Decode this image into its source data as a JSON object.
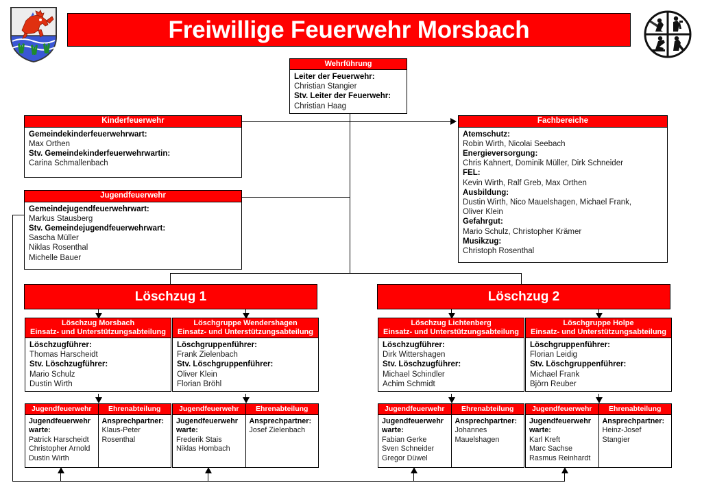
{
  "header": {
    "title": "Freiwillige Feuerwehr Morsbach",
    "left_logo_name": "morsbach-coat-of-arms",
    "right_logo_name": "feuerwehr-emblem",
    "banner_color": "#ff0000",
    "banner_text_color": "#ffffff"
  },
  "wehrfuehrung": {
    "title": "Wehrführung",
    "lines": [
      {
        "text": "Leiter der Feuerwehr:",
        "bold": true
      },
      {
        "text": "Christian Stangier",
        "bold": false
      },
      {
        "text": "Stv. Leiter der Feuerwehr:",
        "bold": true
      },
      {
        "text": "Christian Haag",
        "bold": false
      }
    ]
  },
  "kinderfeuerwehr": {
    "title": "Kinderfeuerwehr",
    "lines": [
      {
        "text": "Gemeindekinderfeuerwehrwart:",
        "bold": true
      },
      {
        "text": "Max Orthen",
        "bold": false
      },
      {
        "text": "Stv. Gemeindekinderfeuerwehrwartin:",
        "bold": true
      },
      {
        "text": "Carina Schmallenbach",
        "bold": false
      }
    ]
  },
  "jugendfeuerwehr": {
    "title": "Jugendfeuerwehr",
    "lines": [
      {
        "text": "Gemeindejugendfeuerwehrwart:",
        "bold": true
      },
      {
        "text": "Markus Stausberg",
        "bold": false
      },
      {
        "text": "Stv. Gemeindejugendfeuerwehrwart:",
        "bold": true
      },
      {
        "text": "Sascha Müller",
        "bold": false
      },
      {
        "text": "Niklas Rosenthal",
        "bold": false
      },
      {
        "text": "Michelle Bauer",
        "bold": false
      }
    ]
  },
  "fachbereiche": {
    "title": "Fachbereiche",
    "lines": [
      {
        "text": "Atemschutz:",
        "bold": true
      },
      {
        "text": "Robin Wirth, Nicolai Seebach",
        "bold": false
      },
      {
        "text": "Energieversorgung:",
        "bold": true
      },
      {
        "text": "Chris Kahnert, Dominik Müller, Dirk Schneider",
        "bold": false
      },
      {
        "text": "FEL:",
        "bold": true
      },
      {
        "text": "Kevin Wirth, Ralf Greb, Max Orthen",
        "bold": false
      },
      {
        "text": "Ausbildung:",
        "bold": true
      },
      {
        "text": "Dustin Wirth, Nico Mauelshagen, Michael Frank,",
        "bold": false
      },
      {
        "text": "Oliver Klein",
        "bold": false
      },
      {
        "text": "Gefahrgut:",
        "bold": true
      },
      {
        "text": "Mario Schulz, Christopher Krämer",
        "bold": false
      },
      {
        "text": "Musikzug:",
        "bold": true
      },
      {
        "text": "Christoph Rosenthal",
        "bold": false
      }
    ]
  },
  "zuege": [
    {
      "title": "Löschzug 1"
    },
    {
      "title": "Löschzug 2"
    }
  ],
  "units": [
    {
      "title_line1": "Löschzug Morsbach",
      "title_line2": "Einsatz- und Unterstützungsabteilung",
      "lines": [
        {
          "text": "Löschzugführer:",
          "bold": true
        },
        {
          "text": "Thomas Harscheidt",
          "bold": false
        },
        {
          "text": "Stv. Löschzugführer:",
          "bold": true
        },
        {
          "text": "Mario Schulz",
          "bold": false
        },
        {
          "text": "Dustin Wirth",
          "bold": false
        }
      ]
    },
    {
      "title_line1": "Löschgruppe Wendershagen",
      "title_line2": "Einsatz- und Unterstützungsabteilung",
      "lines": [
        {
          "text": "Löschgruppenführer:",
          "bold": true
        },
        {
          "text": "Frank Zielenbach",
          "bold": false
        },
        {
          "text": "Stv. Löschgruppenführer:",
          "bold": true
        },
        {
          "text": "Oliver Klein",
          "bold": false
        },
        {
          "text": "Florian Bröhl",
          "bold": false
        }
      ]
    },
    {
      "title_line1": "Löschzug Lichtenberg",
      "title_line2": "Einsatz- und Unterstützungsabteilung",
      "lines": [
        {
          "text": "Löschzugführer:",
          "bold": true
        },
        {
          "text": "Dirk Wittershagen",
          "bold": false
        },
        {
          "text": "Stv. Löschzugführer:",
          "bold": true
        },
        {
          "text": "Michael Schindler",
          "bold": false
        },
        {
          "text": "Achim Schmidt",
          "bold": false
        }
      ]
    },
    {
      "title_line1": "Löschgruppe Holpe",
      "title_line2": "Einsatz- und Unterstützungsabteilung",
      "lines": [
        {
          "text": "Löschgruppenführer:",
          "bold": true
        },
        {
          "text": "Florian Leidig",
          "bold": false
        },
        {
          "text": "Stv. Löschgruppenführer:",
          "bold": true
        },
        {
          "text": "Michael Frank",
          "bold": false
        },
        {
          "text": "Björn Reuber",
          "bold": false
        }
      ]
    }
  ],
  "pairs": [
    {
      "jugend": {
        "title": "Jugendfeuerwehr",
        "lines": [
          {
            "text": "Jugendfeuerwehr",
            "bold": true
          },
          {
            "text": "warte:",
            "bold": true
          },
          {
            "text": "Patrick Harscheidt",
            "bold": false
          },
          {
            "text": "Christopher Arnold",
            "bold": false
          },
          {
            "text": "Dustin Wirth",
            "bold": false
          }
        ]
      },
      "ehren": {
        "title": "Ehrenabteilung",
        "lines": [
          {
            "text": "Ansprechpartner:",
            "bold": true
          },
          {
            "text": "Klaus-Peter",
            "bold": false
          },
          {
            "text": "Rosenthal",
            "bold": false
          }
        ]
      }
    },
    {
      "jugend": {
        "title": "Jugendfeuerwehr",
        "lines": [
          {
            "text": "Jugendfeuerwehr",
            "bold": true
          },
          {
            "text": "warte:",
            "bold": true
          },
          {
            "text": "Frederik Stais",
            "bold": false
          },
          {
            "text": "Niklas Hombach",
            "bold": false
          }
        ]
      },
      "ehren": {
        "title": "Ehrenabteilung",
        "lines": [
          {
            "text": "Ansprechpartner:",
            "bold": true
          },
          {
            "text": "Josef Zielenbach",
            "bold": false
          }
        ]
      }
    },
    {
      "jugend": {
        "title": "Jugendfeuerwehr",
        "lines": [
          {
            "text": "Jugendfeuerwehr",
            "bold": true
          },
          {
            "text": "warte:",
            "bold": true
          },
          {
            "text": "Fabian Gerke",
            "bold": false
          },
          {
            "text": "Sven Schneider",
            "bold": false
          },
          {
            "text": "Gregor Düwel",
            "bold": false
          }
        ]
      },
      "ehren": {
        "title": "Ehrenabteilung",
        "lines": [
          {
            "text": "Ansprechpartner:",
            "bold": true
          },
          {
            "text": "Johannes",
            "bold": false
          },
          {
            "text": "Mauelshagen",
            "bold": false
          }
        ]
      }
    },
    {
      "jugend": {
        "title": "Jugendfeuerwehr",
        "lines": [
          {
            "text": "Jugendfeuerwehr",
            "bold": true
          },
          {
            "text": "warte:",
            "bold": true
          },
          {
            "text": "Karl Kreft",
            "bold": false
          },
          {
            "text": "Marc Sachse",
            "bold": false
          },
          {
            "text": "Rasmus Reinhardt",
            "bold": false
          }
        ]
      },
      "ehren": {
        "title": "Ehrenabteilung",
        "lines": [
          {
            "text": "Ansprechpartner:",
            "bold": true
          },
          {
            "text": "Heinz-Josef",
            "bold": false
          },
          {
            "text": "Stangier",
            "bold": false
          }
        ]
      }
    }
  ]
}
